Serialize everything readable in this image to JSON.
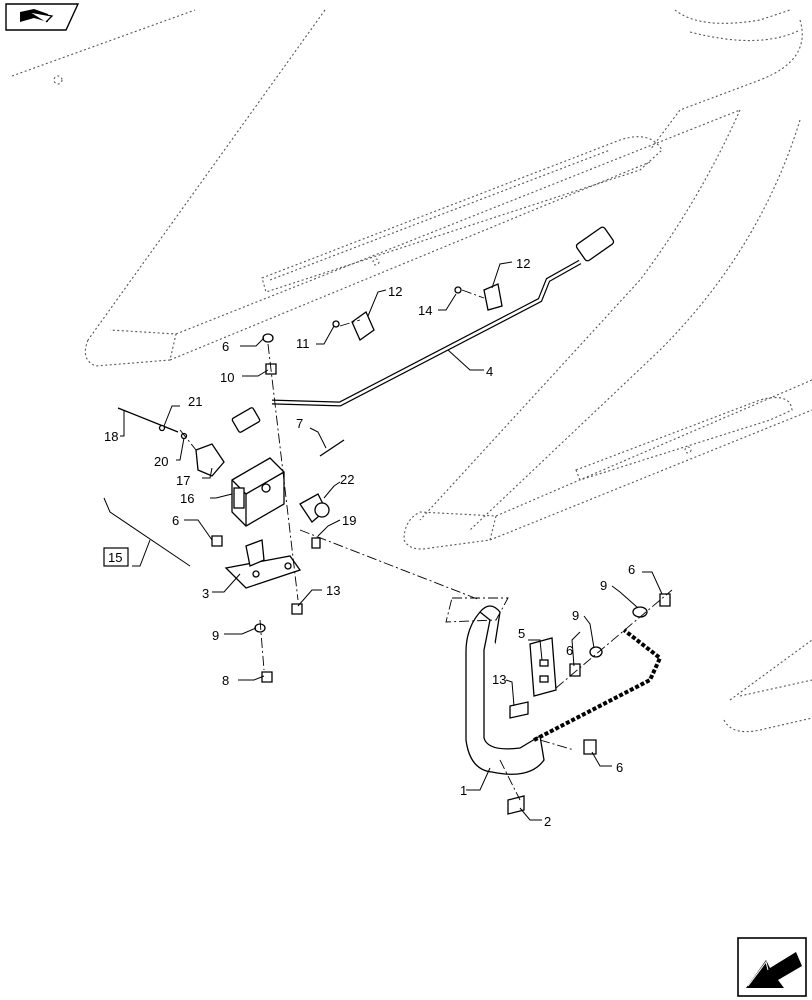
{
  "callouts": [
    "1",
    "2",
    "3",
    "4",
    "5",
    "6",
    "7",
    "8",
    "9",
    "10",
    "11",
    "12",
    "13",
    "14",
    "15",
    "16",
    "17",
    "18",
    "19",
    "20",
    "21",
    "22"
  ],
  "icons": {
    "top_left": "book-navigation-icon",
    "bottom_right": "next-page-arrow-icon"
  }
}
